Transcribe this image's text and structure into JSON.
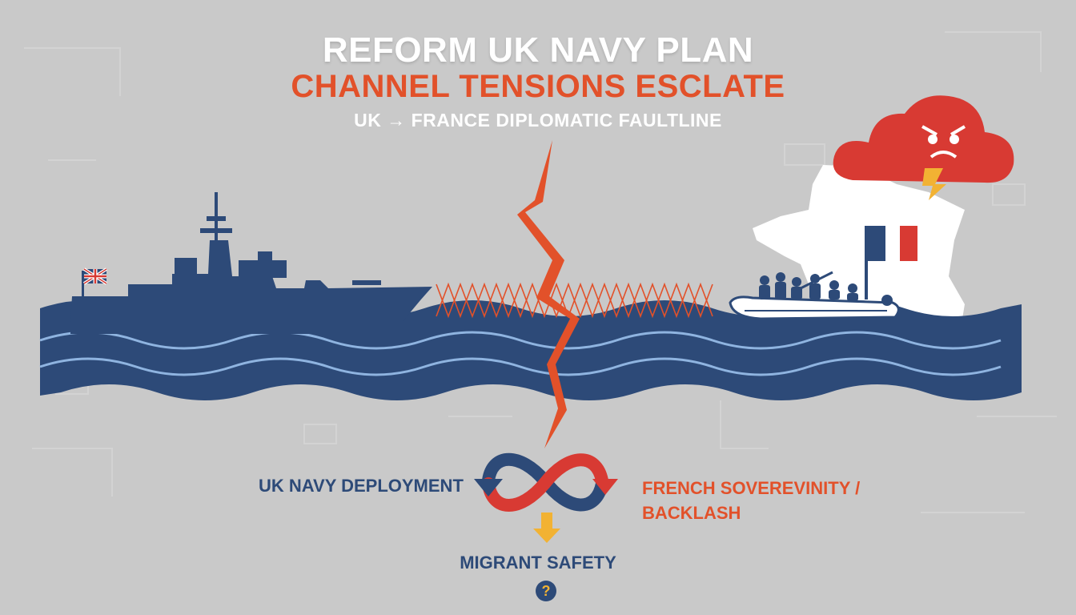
{
  "header": {
    "title": "REFORM UK NAVY PLAN",
    "subtitle": "CHANNEL TENSIONS ESCLATE",
    "tagline": "UK → FRANCE DIPLOMATIC FAULTLINE"
  },
  "cycle": {
    "left_label": "UK NAVY DEPLOYMENT",
    "right_label_line1": "FRENCH SOVEREVINITY /",
    "right_label_line2": "BACKLASH",
    "bottom_label": "MIGRANT SAFETY",
    "question_mark": "?"
  },
  "colors": {
    "navy": "#2d4a78",
    "accent_orange": "#e2512a",
    "alert_red": "#d83a33",
    "background": "#c9c9c9",
    "yellow": "#f2b233"
  },
  "icons": [
    "uk-flag-icon",
    "warship-icon",
    "lightning-crack-icon",
    "razor-wire-icon",
    "france-map-icon",
    "french-flag-icon",
    "migrant-boat-icon",
    "angry-cloud-icon",
    "infinity-cycle-icon",
    "down-arrow-icon",
    "question-icon"
  ]
}
